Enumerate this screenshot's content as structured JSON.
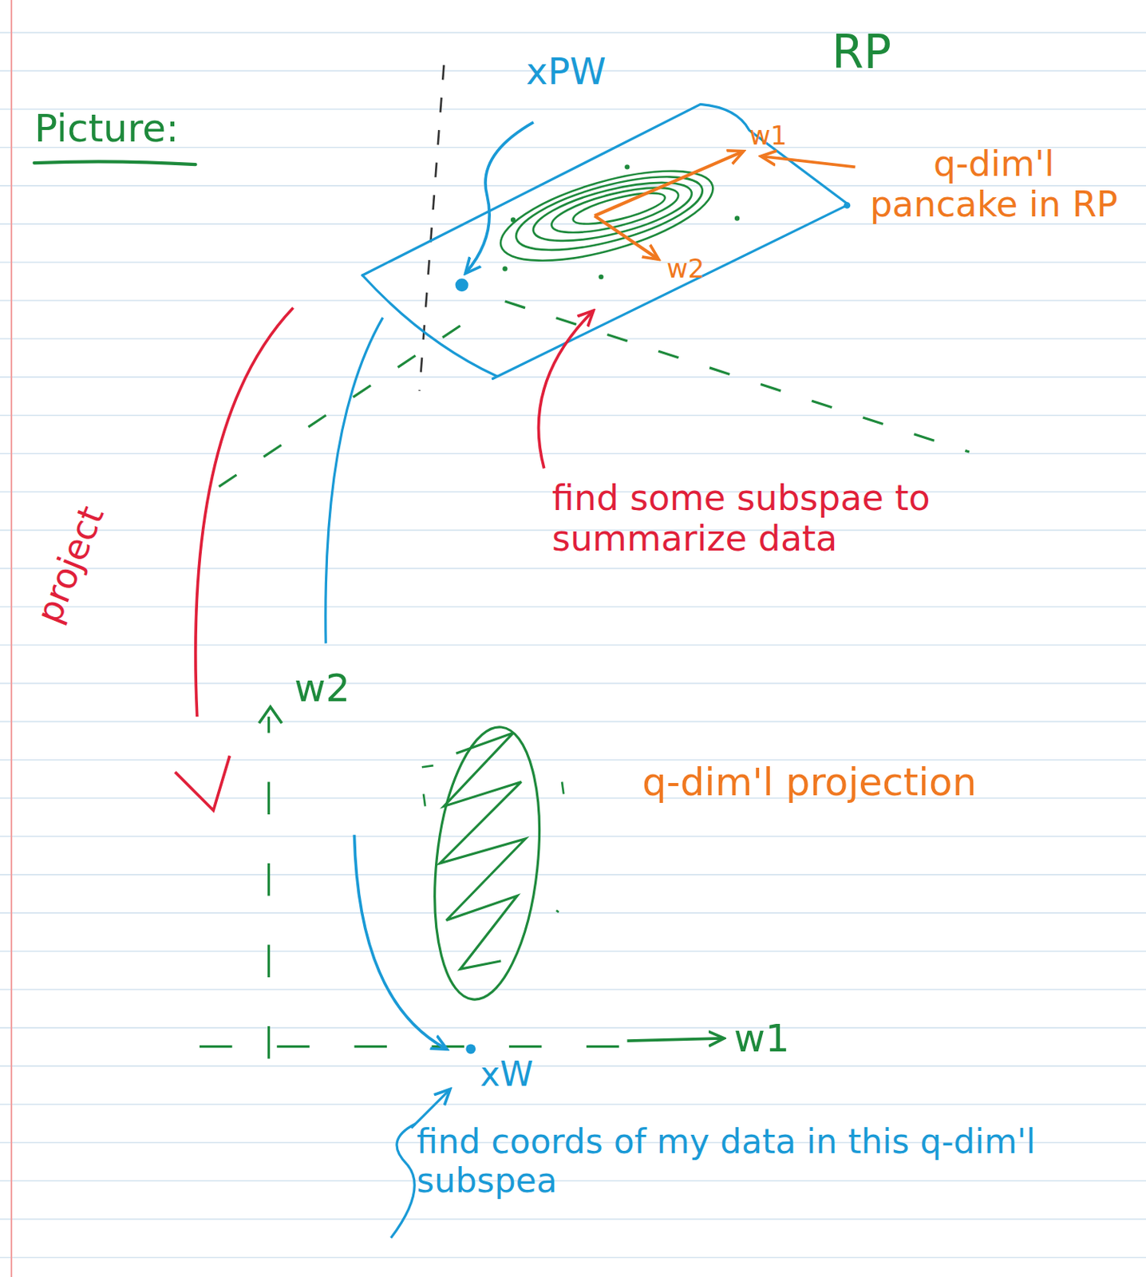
{
  "diagram": {
    "title": "Picture:",
    "labels": [
      "xPW",
      "RP",
      "w1",
      "w2",
      "q-dim'l pancake in RP",
      "find some subspae to summarize data",
      "project",
      "w2",
      "w1",
      "q-dim'l projection",
      "xW",
      "find coords of my data in this q-dim'l subspea"
    ]
  }
}
